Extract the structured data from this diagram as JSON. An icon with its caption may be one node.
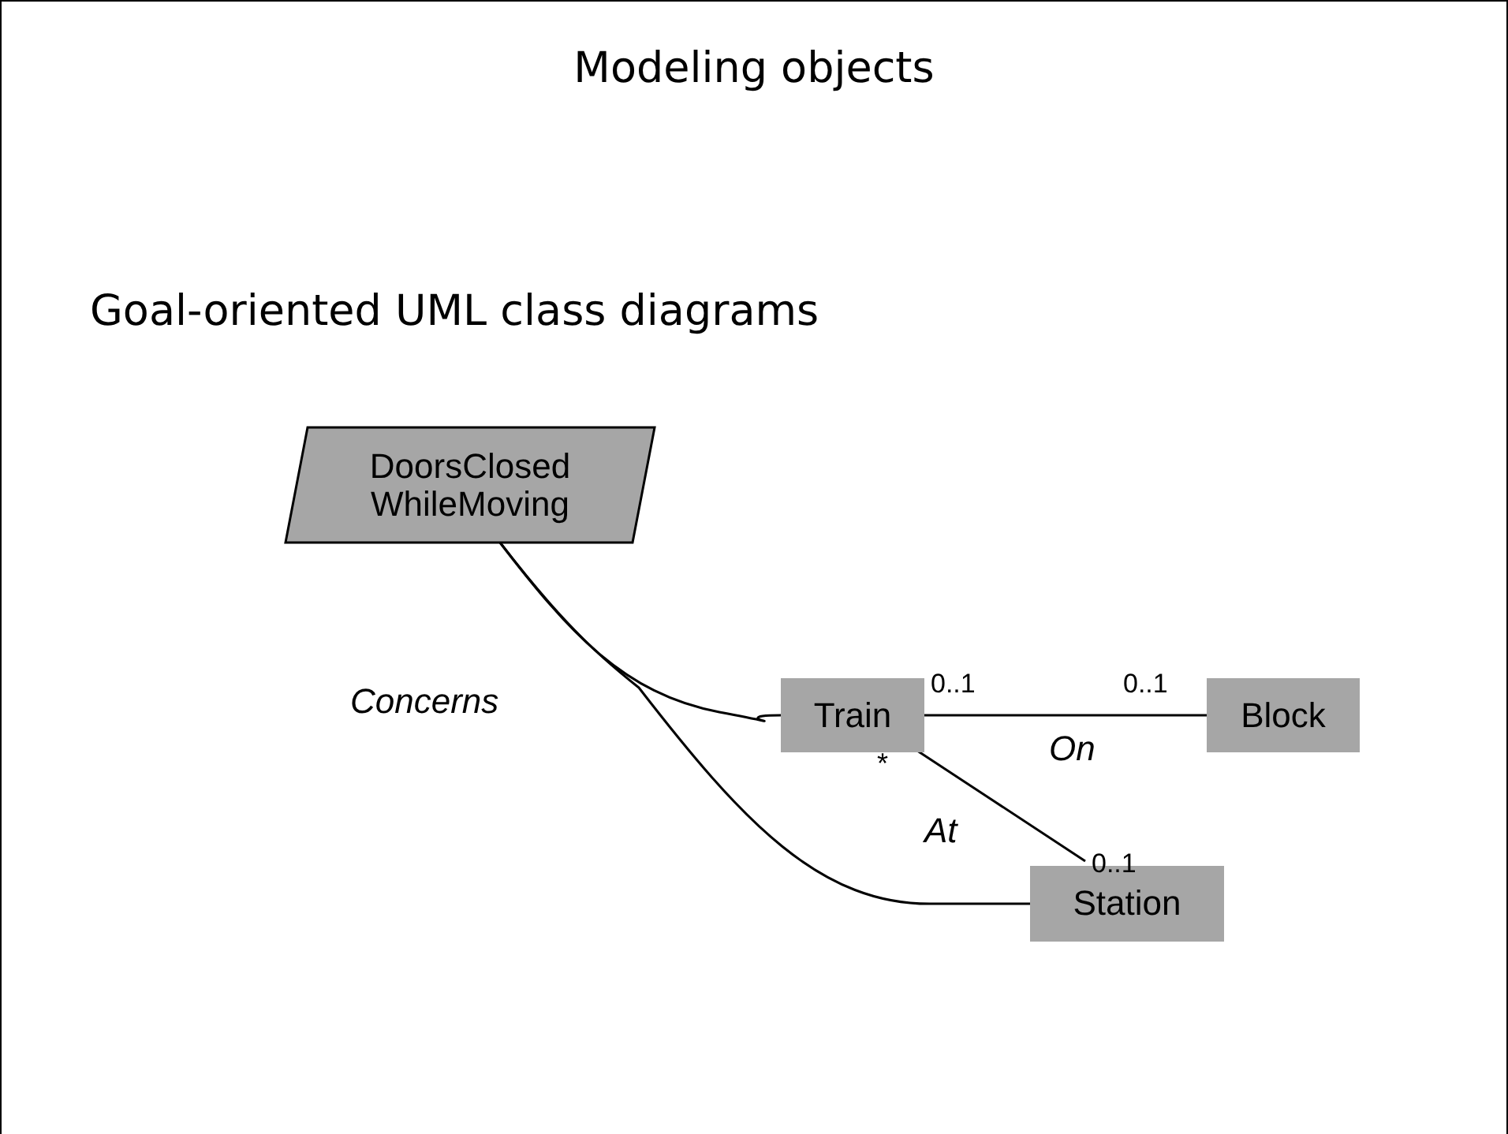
{
  "diagram": {
    "title": "Modeling objects",
    "nodes": [
      {
        "text": [
          "DoorsClosed WhileMoving"
        ]
      },
      {
        "text": [
          "Train"
        ]
      },
      {
        "text": [
          "Block"
        ]
      },
      {
        "text": [
          "Station"
        ]
      }
    ],
    "edges": [
      {
        "from": 0,
        "to": 1,
        "arrow": "none"
      },
      {
        "from": 0,
        "to": 3,
        "arrow": "none"
      },
      {
        "from": 1,
        "to": 2,
        "arrow": "none",
        "label": "On"
      },
      {
        "from": 1,
        "to": 3,
        "arrow": "none",
        "label": "At"
      }
    ],
    "labels": [
      "Goal-oriented UML class diagrams",
      "Concerns",
      "0..1",
      "0..1",
      "*",
      "0..1"
    ]
  }
}
